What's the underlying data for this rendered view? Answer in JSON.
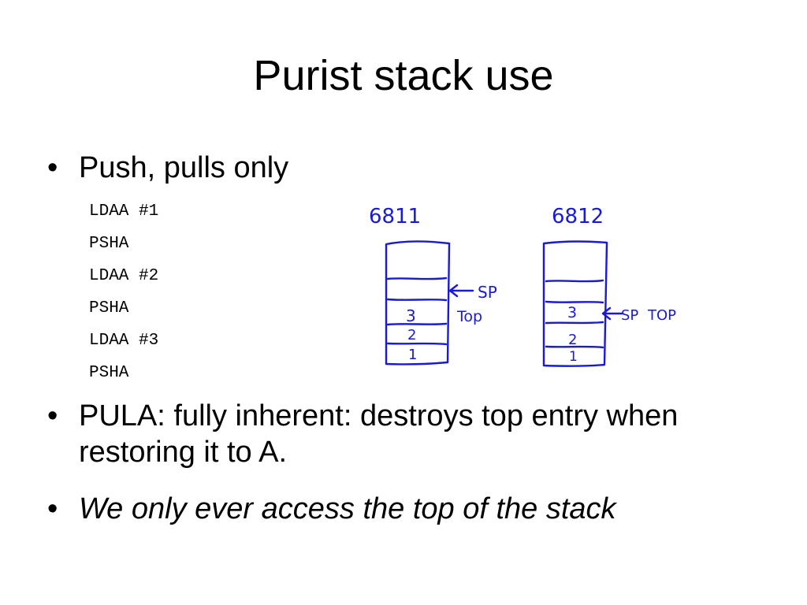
{
  "slide": {
    "title": "Purist stack use",
    "bullets": [
      {
        "marker": "•",
        "text": "Push, pulls only"
      },
      {
        "marker": "•",
        "text": "PULA: fully inherent: destroys top entry when restoring it to A."
      },
      {
        "marker": "•",
        "text": "We only ever access the top of the stack"
      }
    ],
    "code": [
      "LDAA #1",
      "PSHA",
      "LDAA #2",
      "PSHA",
      "LDAA #3",
      "PSHA"
    ],
    "sketch": {
      "ink_color": "#1a1ad6",
      "left": {
        "label": "6811",
        "cells": [
          "3",
          "2",
          "1"
        ],
        "pointer": "SP",
        "top_label": "Top"
      },
      "right": {
        "label": "6812",
        "cells": [
          "3",
          "2",
          "1"
        ],
        "pointer": "SP",
        "top_label": "TOP"
      }
    }
  }
}
